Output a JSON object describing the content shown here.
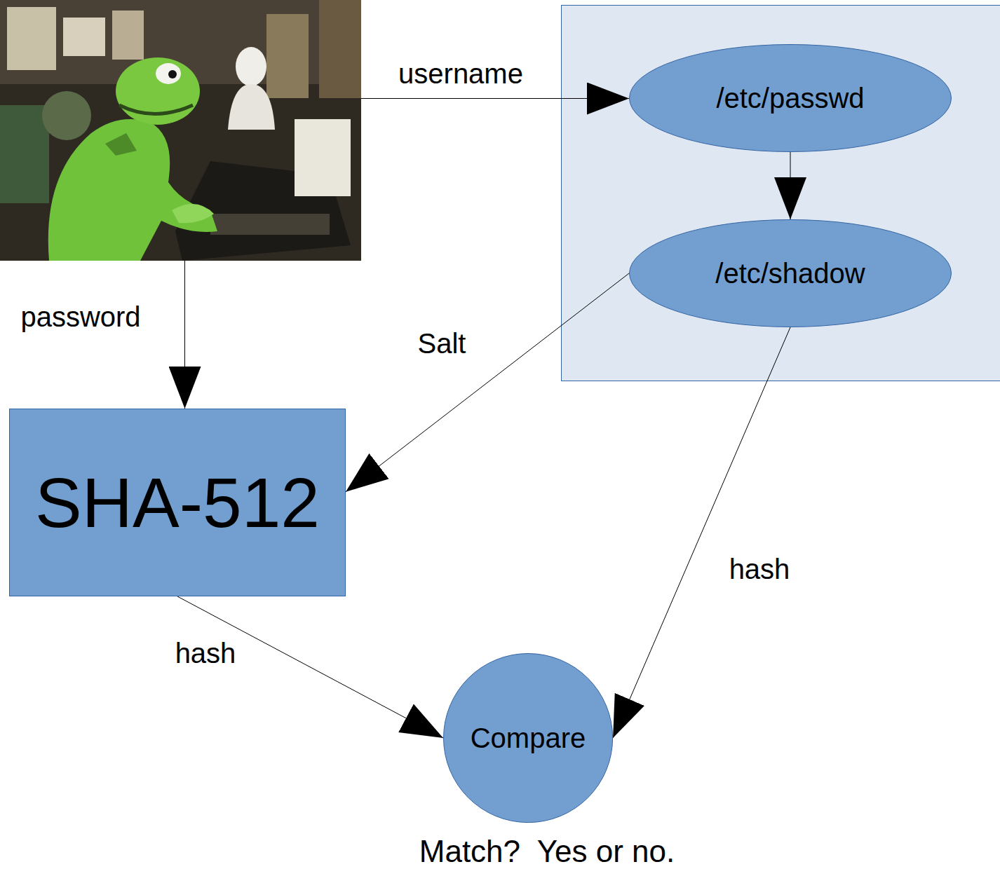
{
  "diagram": {
    "nodes": [
      {
        "text": [
          "/etc/passwd"
        ]
      },
      {
        "text": [
          "/etc/shadow"
        ]
      },
      {
        "text": [
          "SHA-512"
        ]
      },
      {
        "text": [
          "Compare"
        ]
      }
    ],
    "edges": [
      {
        "from": 0,
        "to": 1,
        "arrow": "to"
      },
      {
        "from": 1,
        "to": 2,
        "label": "Salt",
        "arrow": "to"
      },
      {
        "from": 1,
        "to": 3,
        "label": "hash",
        "arrow": "to"
      },
      {
        "from": 2,
        "to": 3,
        "label": "hash",
        "arrow": "to"
      }
    ],
    "labels": [
      "username",
      "password",
      "Match?  Yes or no."
    ]
  }
}
